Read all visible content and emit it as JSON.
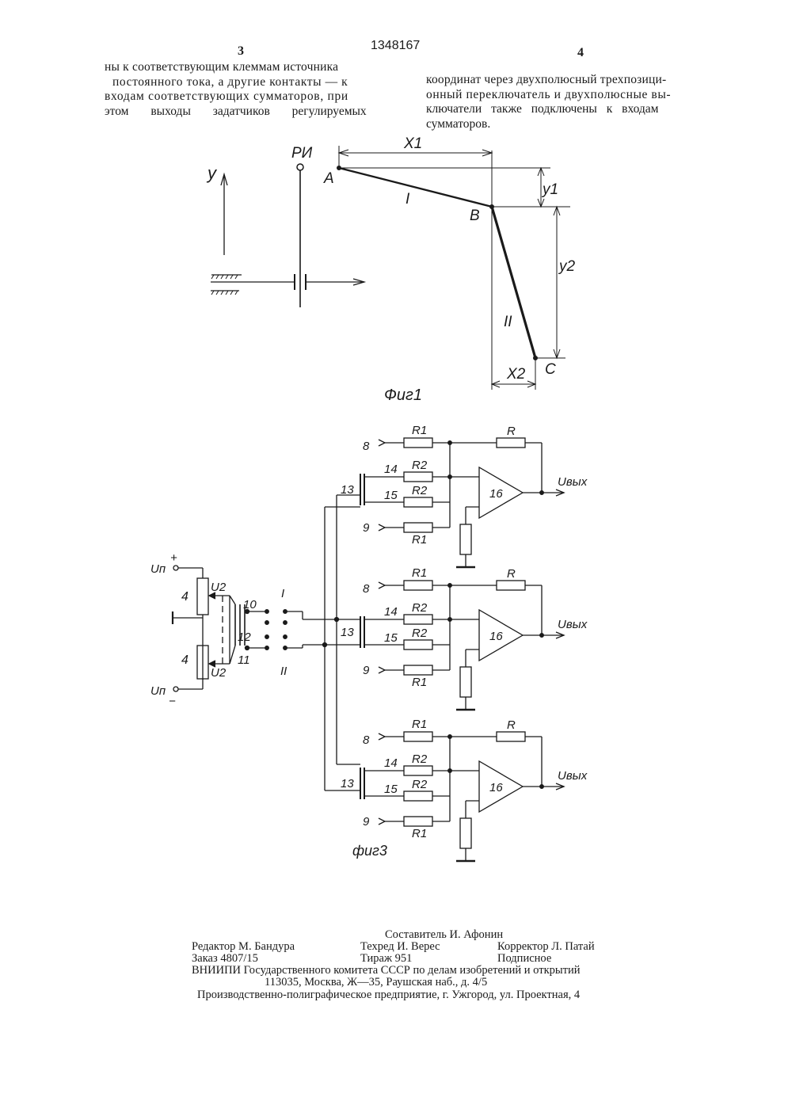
{
  "header": {
    "patent_number": "1348167",
    "left_page": "3",
    "right_page": "4"
  },
  "text": {
    "left_lines": [
      "ны к соответствующим клеммам источника",
      "постоянного тока, а другие контакты — к",
      "входам соответствующих сумматоров, при",
      "этом выходы задатчиков регулируемых"
    ],
    "right_lines": [
      "координат через двухполюсный трехпозици-",
      "онный переключатель и двухполюсные вы-",
      "ключатели также подключены к входам",
      "сумматоров."
    ]
  },
  "fig1": {
    "caption": "Фиг1",
    "labels": {
      "ri": "РИ",
      "y_axis": "y",
      "A": "A",
      "B": "B",
      "C": "C",
      "x1": "X1",
      "x2": "X2",
      "y1": "y1",
      "y2": "y2",
      "seg1": "I",
      "seg2": "II"
    }
  },
  "fig3": {
    "caption": "фиг3",
    "labels": {
      "u_top": "Uп",
      "u_bottom": "Uп",
      "plus": "+",
      "minus": "−",
      "pot": "4",
      "u2": "U2",
      "n10": "10",
      "n11": "11",
      "n12": "12",
      "n13": "13",
      "n14": "14",
      "n15": "15",
      "n16": "16",
      "n8": "8",
      "n9": "9",
      "sw1": "I",
      "sw2": "II",
      "R": "R",
      "R1": "R1",
      "R2": "R2",
      "uout": "Uвых"
    }
  },
  "imprint": {
    "compiler": "Составитель И. Афонин",
    "editor": "Редактор М. Бандура",
    "techred": "Техред И. Верес",
    "corrector": "Корректор Л. Патай",
    "order": "Заказ 4807/15",
    "run": "Тираж 951",
    "subscription": "Подписное",
    "org": "ВНИИПИ Государственного комитета СССР по делам изобретений и открытий",
    "address": "113035, Москва, Ж—35, Раушская наб., д. 4/5",
    "printer": "Производственно-полиграфическое предприятие, г. Ужгород, ул. Проектная, 4"
  }
}
